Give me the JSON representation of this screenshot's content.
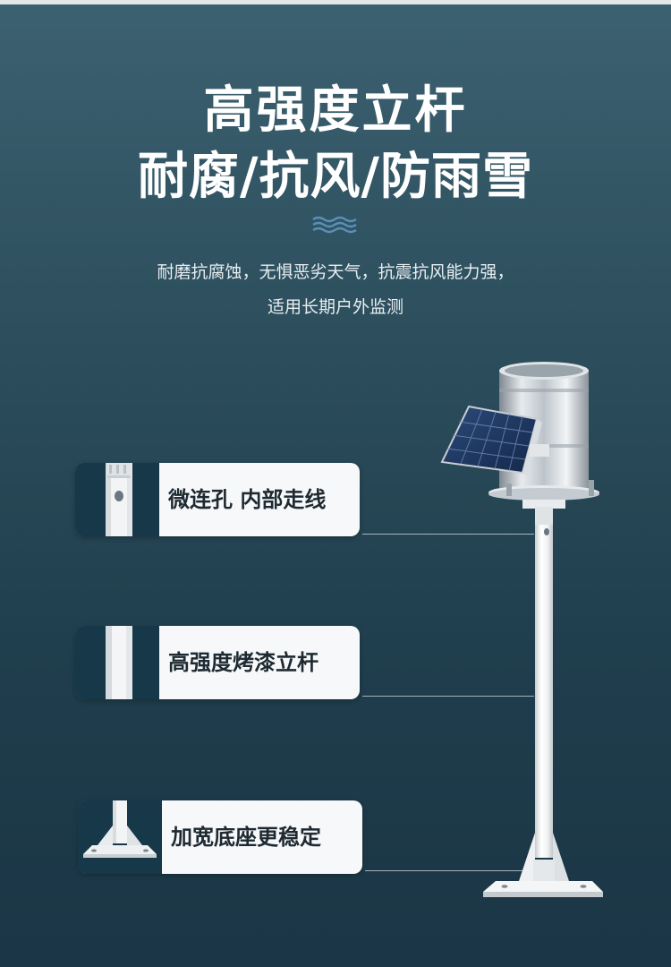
{
  "header": {
    "title_line1": "高强度立杆",
    "title_line2": "耐腐/抗风/防雨雪",
    "subtitle_line1": "耐磨抗腐蚀，无惧恶劣天气，抗震抗风能力强，",
    "subtitle_line2": "适用长期户外监测"
  },
  "features": [
    {
      "label": "微连孔 内部走线",
      "icon": "pole-hole-icon"
    },
    {
      "label": "高强度烤漆立杆",
      "icon": "pole-section-icon"
    },
    {
      "label": "加宽底座更稳定",
      "icon": "pole-base-icon"
    }
  ],
  "colors": {
    "background_top": "#3c6170",
    "background_bottom": "#1b3646",
    "thumb_bg": "#163848",
    "card_bg": "#f7f8f9",
    "accent_waves": "#5a8fb8"
  }
}
